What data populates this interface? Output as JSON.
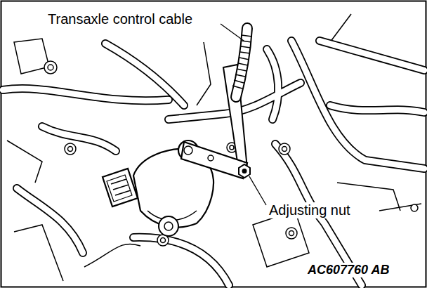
{
  "diagram": {
    "labels": [
      "Transaxle control cable",
      "Adjusting nut",
      "AC607760 AB"
    ]
  }
}
